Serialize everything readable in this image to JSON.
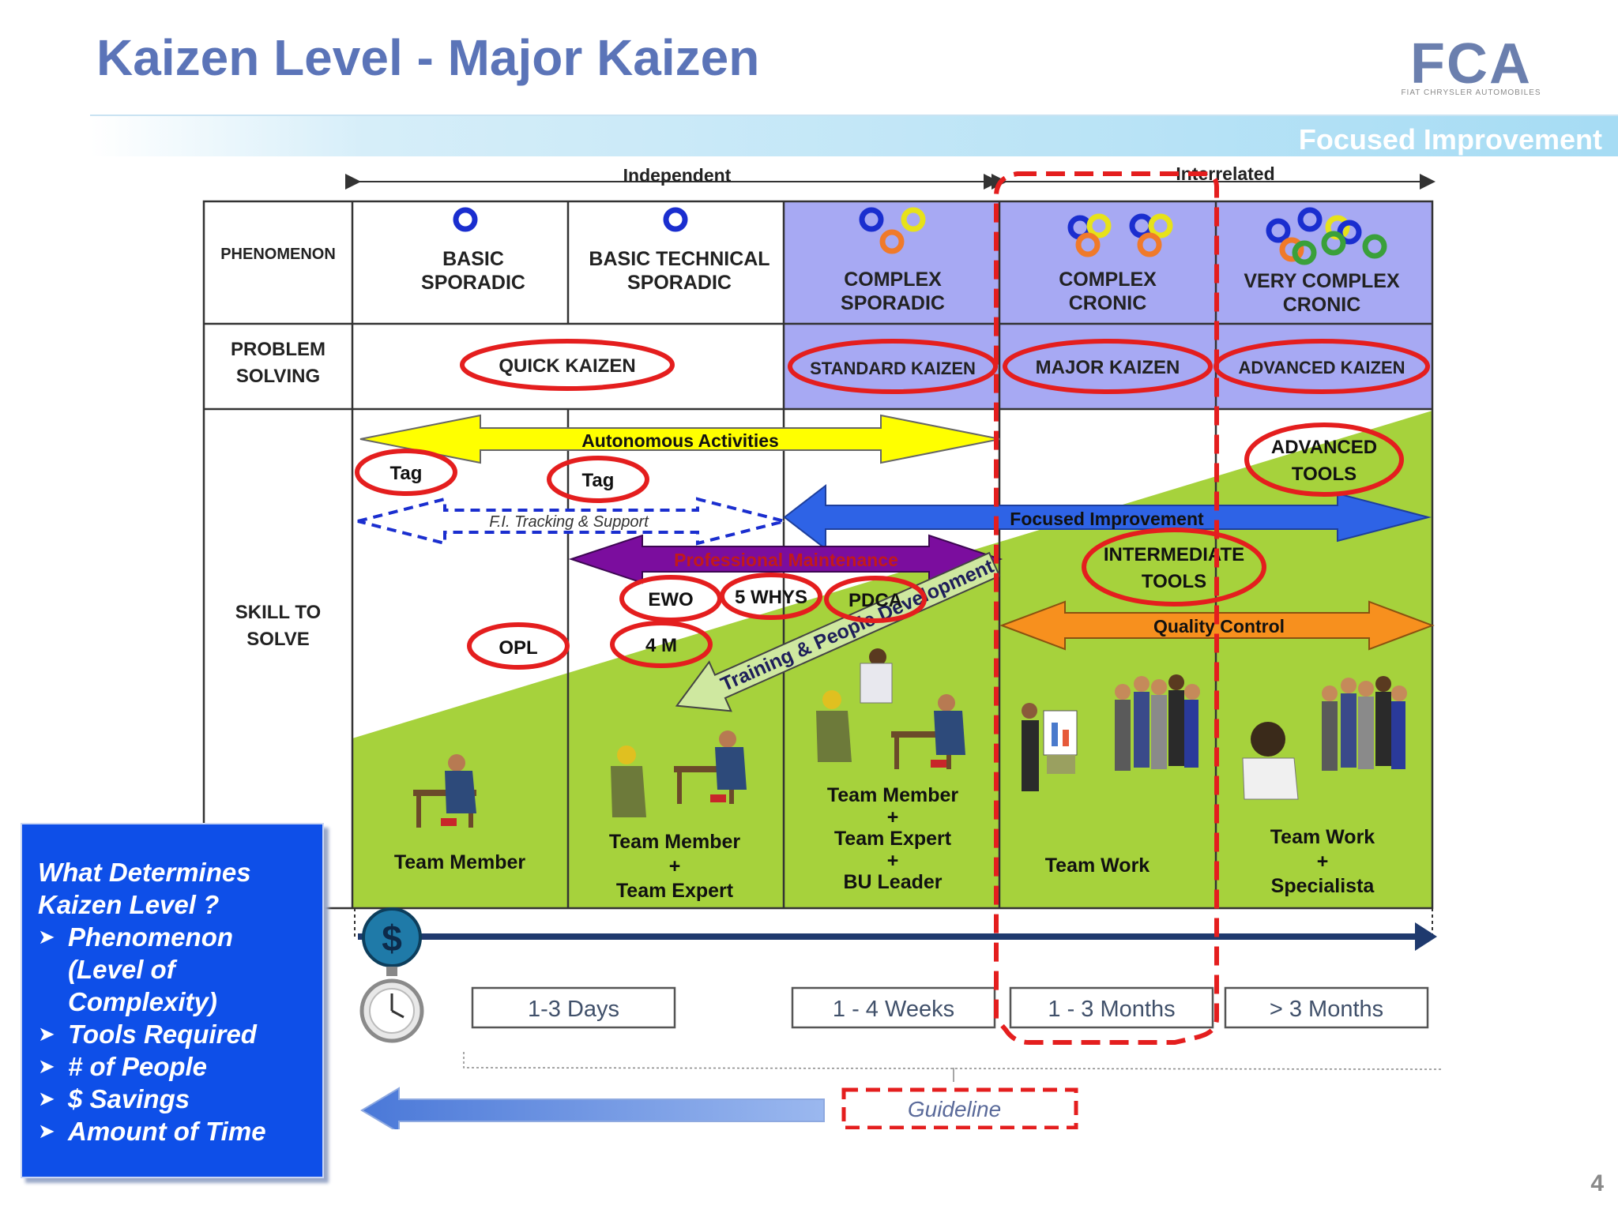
{
  "title": "Kaizen Level - Major Kaizen",
  "logo": {
    "word": "FCA",
    "subtitle": "FIAT CHRYSLER AUTOMOBILES"
  },
  "banner": "Focused Improvement",
  "page_number": "4",
  "headers": {
    "left": "Independent",
    "right": "Interrelated"
  },
  "rows": {
    "phenomenon": "PHENOMENON",
    "problem_solving": [
      "PROBLEM",
      "SOLVING"
    ],
    "skill": [
      "SKILL TO",
      "SOLVE"
    ]
  },
  "phenomena": [
    [
      "BASIC",
      "SPORADIC"
    ],
    [
      "BASIC TECHNICAL",
      "SPORADIC"
    ],
    [
      "COMPLEX",
      "SPORADIC"
    ],
    [
      "COMPLEX",
      "CRONIC"
    ],
    [
      "VERY COMPLEX",
      "CRONIC"
    ]
  ],
  "kaizen": {
    "quick": "QUICK KAIZEN",
    "standard": "STANDARD KAIZEN",
    "major": "MAJOR KAIZEN",
    "advanced": "ADVANCED KAIZEN"
  },
  "activities": {
    "autonomous": "Autonomous Activities",
    "tracking": "F.I. Tracking & Support",
    "focused": "Focused Improvement",
    "professional": "Professional Maintenance",
    "quality": "Quality Control",
    "training": "Training & People Development"
  },
  "tools": {
    "tag": "Tag",
    "opl": "OPL",
    "ewo": "EWO",
    "why": "5 WHYS",
    "pdca": "PDCA",
    "four_m": "4 M",
    "intermediate": [
      "INTERMEDIATE",
      "TOOLS"
    ],
    "advanced": [
      "ADVANCED",
      "TOOLS"
    ]
  },
  "people": {
    "col1": [
      "Team Member"
    ],
    "col2": [
      "Team Member",
      "+",
      "Team Expert"
    ],
    "col3": [
      "Team Member",
      "+",
      "Team Expert",
      "+",
      "BU Leader"
    ],
    "col4": [
      "Team Work"
    ],
    "col5": [
      "Team Work",
      "+",
      "Specialista"
    ]
  },
  "times": [
    "1-3 Days",
    "1 - 4 Weeks",
    "1 - 3 Months",
    "> 3 Months"
  ],
  "dollar": "$",
  "guideline": "Guideline",
  "info": {
    "title": [
      "What Determines",
      "Kaizen Level ?"
    ],
    "items": [
      "Phenomenon (Level of Complexity)",
      "Tools Required",
      "# of People",
      "$ Savings",
      "Amount of Time"
    ]
  },
  "colors": {
    "title": "#5b74b8",
    "highlight": "#e41e1e",
    "green": "#a6d23c",
    "purple_cell": "#a7a9f3",
    "info_bg": "#0e4fe8"
  }
}
